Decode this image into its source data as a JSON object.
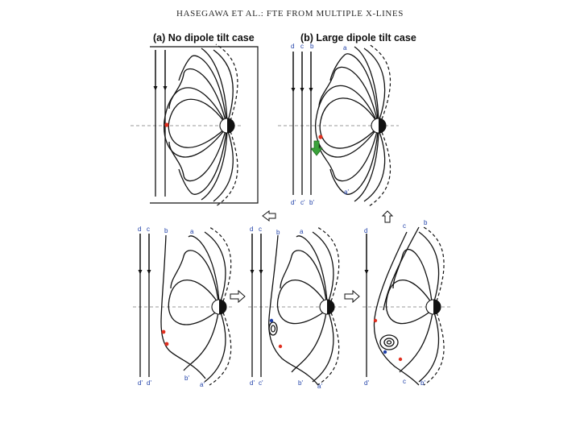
{
  "header": "HASEGAWA ET AL.: FTE FROM MULTIPLE X-LINES",
  "panels": {
    "a_title": "(a) No dipole tilt case",
    "b_title": "(b) Large dipole tilt case"
  },
  "field_line_labels": {
    "b_top": [
      "d",
      "c",
      "b",
      "a"
    ],
    "b_bottom": [
      "d'",
      "c'",
      "b'",
      "a'"
    ],
    "p1_top": [
      "d",
      "c",
      "b",
      "a"
    ],
    "p1_bottom": [
      "d'",
      "d'",
      "b'",
      "a'"
    ],
    "p2_top": [
      "d",
      "c",
      "b",
      "a"
    ],
    "p2_bottom": [
      "d'",
      "c'",
      "b'",
      "a'"
    ],
    "p3_top": [
      "d",
      "c",
      "b"
    ],
    "p3_bottom": [
      "d'",
      "c",
      "b'"
    ]
  },
  "colors": {
    "field_line": "#111111",
    "reconnection_site": "#e03020",
    "flux_rope": "#1e3fa8",
    "motion_arrow": "#3aa23a",
    "label": "#1e3fa8"
  },
  "icons": [
    "sequence-arrow-icon",
    "motion-arrow-icon",
    "x-line-icon",
    "earth-icon"
  ]
}
